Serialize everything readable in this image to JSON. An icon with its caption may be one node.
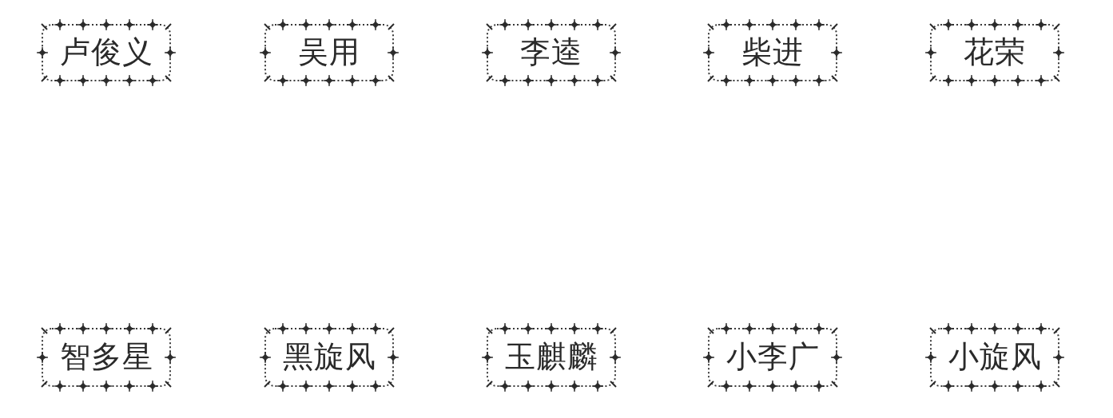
{
  "diagram": {
    "nodes": [
      {
        "text": [
          "卢俊义"
        ]
      },
      {
        "text": [
          "吴用"
        ]
      },
      {
        "text": [
          "李逵"
        ]
      },
      {
        "text": [
          "柴进"
        ]
      },
      {
        "text": [
          "花荣"
        ]
      },
      {
        "text": [
          "智多星"
        ]
      },
      {
        "text": [
          "黑旋风"
        ]
      },
      {
        "text": [
          "玉麒麟"
        ]
      },
      {
        "text": [
          "小李广"
        ]
      },
      {
        "text": [
          "小旋风"
        ]
      }
    ]
  }
}
